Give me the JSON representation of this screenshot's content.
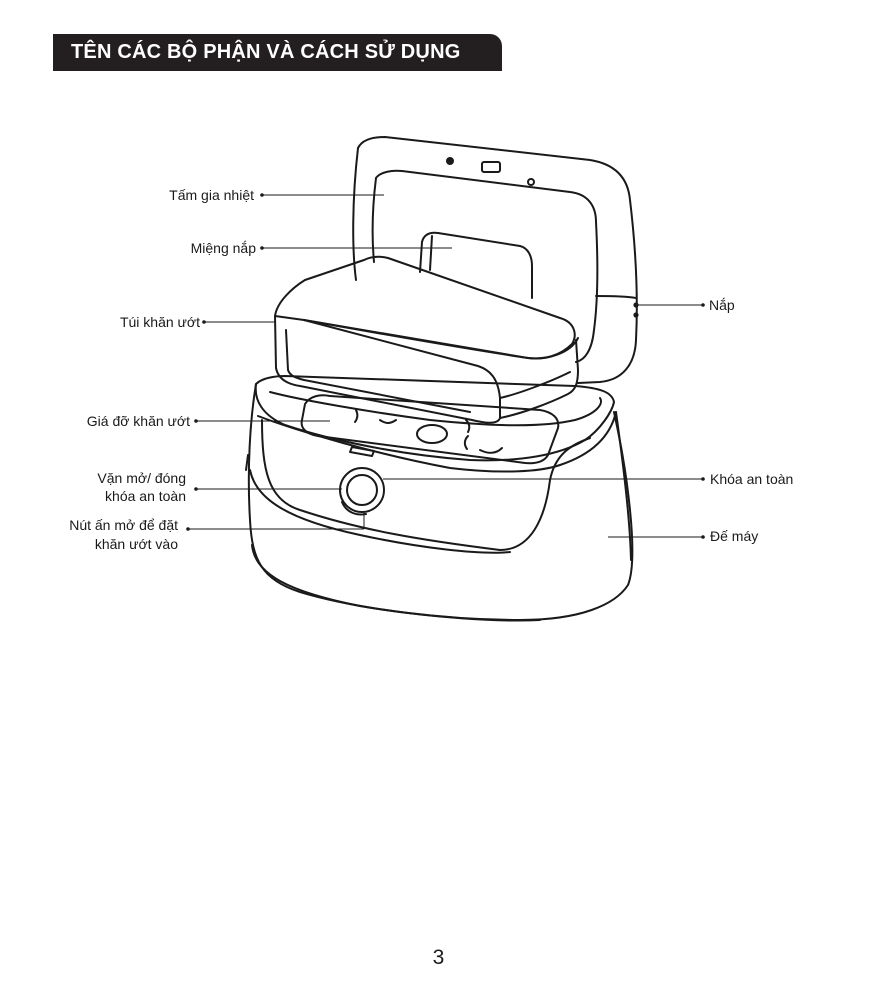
{
  "header": {
    "title": "TÊN CÁC BỘ PHẬN VÀ CÁCH SỬ DỤNG"
  },
  "labels": {
    "heating_plate": "Tấm gia nhiệt",
    "lid_opening": "Miệng nắp",
    "wipes_pouch": "Túi khăn ướt",
    "wipes_holder": "Giá đỡ khăn ướt",
    "lock_knob_line1": "Vặn mở/ đóng",
    "lock_knob_line2": "khóa an toàn",
    "open_button_line1": "Nút ấn mở để đặt",
    "open_button_line2": "khăn ướt vào",
    "lid": "Nắp",
    "safety_lock": "Khóa an toàn",
    "base": "Đế máy"
  },
  "footer": {
    "page_number": "3"
  }
}
